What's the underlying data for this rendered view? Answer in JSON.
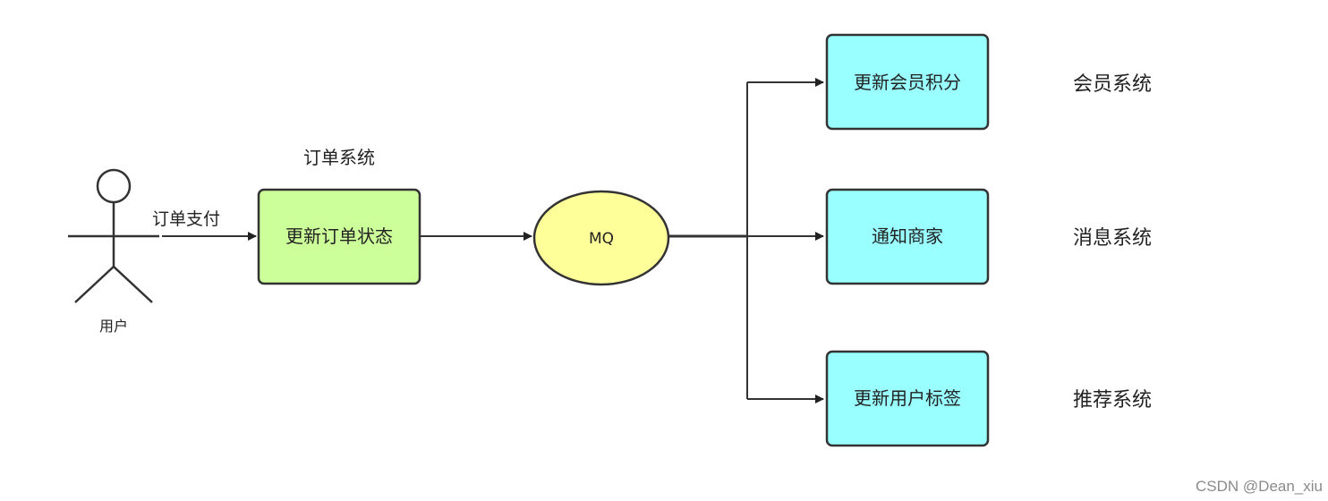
{
  "actor": {
    "label": "用户",
    "edge_label": "订单支付"
  },
  "order_system": {
    "title": "订单系统",
    "box_label": "更新订单状态"
  },
  "queue": {
    "label": "MQ"
  },
  "targets": [
    {
      "box_label": "更新会员积分",
      "system": "会员系统"
    },
    {
      "box_label": "通知商家",
      "system": "消息系统"
    },
    {
      "box_label": "更新用户标签",
      "system": "推荐系统"
    }
  ],
  "watermark": "CSDN @Dean_xiu",
  "colors": {
    "order_box_fill": "#ccff99",
    "queue_fill": "#ffff99",
    "target_box_fill": "#99ffff",
    "stroke": "#333333"
  }
}
